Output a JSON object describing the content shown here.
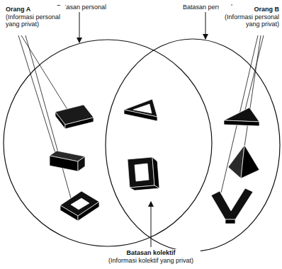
{
  "diagram": {
    "labels": [
      "Batasan personal",
      "Batasan personal",
      "Orang A",
      "(Informasi personal yang privat)",
      "Orang B",
      "(Informasi personal yang privat)",
      "Batasan kolektif",
      "(Informasi kolektif yang privat)"
    ]
  }
}
